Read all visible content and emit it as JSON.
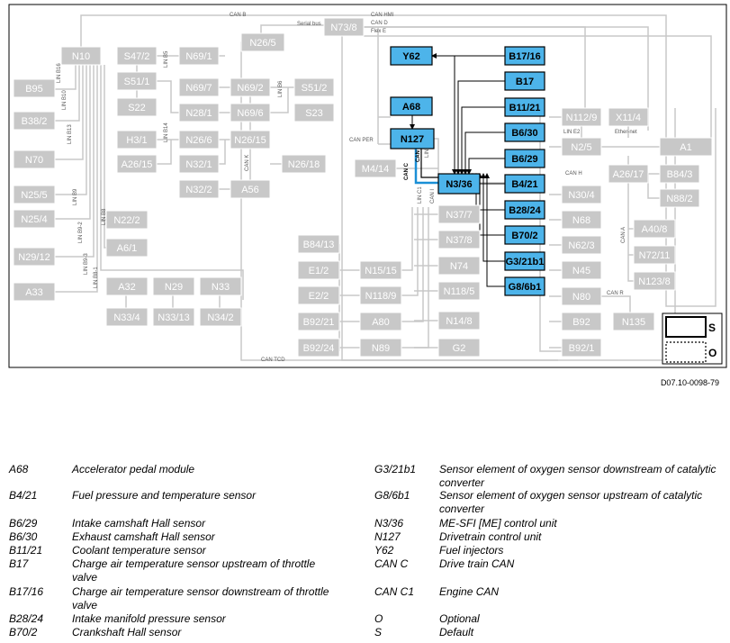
{
  "doc_id": "D07.10-0098-79",
  "grey_modules": [
    "N10",
    "B95",
    "B38/2",
    "N70",
    "N25/5",
    "N25/4",
    "N29/12",
    "A33",
    "N22/2",
    "A6/1",
    "S47/2",
    "S51/1",
    "S22",
    "N69/1",
    "N69/7",
    "N28/1",
    "N69/2",
    "N69/6",
    "S51/2",
    "S23",
    "H3/1",
    "A26/15",
    "N26/6",
    "N32/1",
    "N32/2",
    "N26/15",
    "N26/18",
    "A56",
    "N26/5",
    "N73/8",
    "A32",
    "N33/4",
    "N29",
    "N33/13",
    "N33",
    "N34/2",
    "M4/14",
    "N37/7",
    "N37/8",
    "N74",
    "N118/5",
    "N14/8",
    "G2",
    "B84/13",
    "E1/2",
    "E2/2",
    "B92/21",
    "B92/24",
    "N15/15",
    "N118/9",
    "A80",
    "N89",
    "N112/9",
    "X11/4",
    "N2/5",
    "A1",
    "A26/17",
    "B84/3",
    "N88/2",
    "N30/4",
    "N68",
    "N62/3",
    "N45",
    "N80",
    "B92",
    "B92/1",
    "A40/8",
    "N72/11",
    "N123/8",
    "N135"
  ],
  "blue_modules": [
    "Y62",
    "A68",
    "N127",
    "N3/36",
    "B17/16",
    "B17",
    "B11/21",
    "B6/30",
    "B6/29",
    "B4/21",
    "B28/24",
    "B70/2",
    "G3/21b1",
    "G8/6b1"
  ],
  "bus_labels": [
    "CAN B",
    "Serial bus",
    "CAN HMI",
    "CAN D",
    "Flex E",
    "CAN PER",
    "CAN C",
    "CAN C1",
    "LIN C2",
    "CAN I",
    "LIN C1",
    "CAN K",
    "CAN H",
    "CAN A",
    "CAN R",
    "CAN TCD",
    "LIN E2",
    "Ether-net",
    "LIN B16",
    "LIN B10",
    "LIN B13",
    "LIN B9",
    "LIN B9-2",
    "LIN B9-3",
    "LIN B8-1",
    "LIN B8",
    "LIN B5",
    "LIN B6",
    "LIN B14"
  ],
  "key": [
    {
      "symbol": "S",
      "meaning": "Default"
    },
    {
      "symbol": "O",
      "meaning": "Optional"
    }
  ],
  "legend_left": [
    {
      "code": "A68",
      "text": "Accelerator pedal module"
    },
    {
      "code": "B4/21",
      "text": "Fuel pressure and temperature sensor"
    },
    {
      "code": "B6/29",
      "text": "Intake camshaft Hall sensor"
    },
    {
      "code": "B6/30",
      "text": "Exhaust camshaft Hall sensor"
    },
    {
      "code": "B11/21",
      "text": "Coolant temperature sensor"
    },
    {
      "code": "B17",
      "text": "Charge air temperature sensor upstream of throttle valve"
    },
    {
      "code": "B17/16",
      "text": "Charge air temperature sensor downstream of throttle valve"
    },
    {
      "code": "B28/24",
      "text": "Intake manifold pressure sensor"
    },
    {
      "code": "B70/2",
      "text": "Crankshaft Hall sensor"
    }
  ],
  "legend_right": [
    {
      "code": "G3/21b1",
      "text": "Sensor element of oxygen sensor downstream of catalytic converter"
    },
    {
      "code": "G8/6b1",
      "text": "Sensor element of oxygen sensor upstream of catalytic converter"
    },
    {
      "code": "N3/36",
      "text": "ME-SFI [ME] control unit"
    },
    {
      "code": "N127",
      "text": "Drivetrain control unit"
    },
    {
      "code": "Y62",
      "text": "Fuel injectors"
    },
    {
      "code": "CAN C",
      "text": "Drive train CAN"
    },
    {
      "code": "CAN C1",
      "text": "Engine CAN"
    },
    {
      "code": "O",
      "text": "Optional"
    },
    {
      "code": "S",
      "text": "Default"
    }
  ]
}
